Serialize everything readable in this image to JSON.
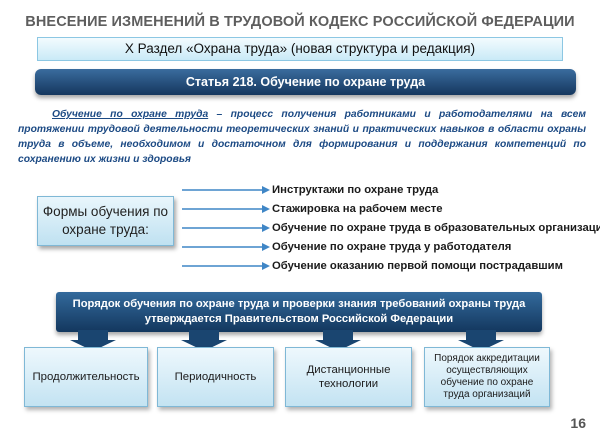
{
  "header": {
    "title": "ВНЕСЕНИЕ ИЗМЕНЕНИЙ В ТРУДОВОЙ КОДЕКС РОССИЙСКОЙ ФЕДЕРАЦИИ",
    "section": "X Раздел «Охрана труда» (новая структура и редакция)",
    "article": "Статья 218. Обучение по охране труда"
  },
  "definition": {
    "term": "Обучение по охране труда",
    "text": " – процесс получения работниками и работодателями на всем протяжении трудовой деятельности теоретических знаний и практических навыков в области охраны труда в объеме, необходимом и достаточном для формирования и поддержания компетенций по сохранению их жизни и здоровья"
  },
  "forms": {
    "box_label_line1": "Формы обучения по",
    "box_label_line2": "охране труда:",
    "items": [
      "Инструктажи  по охране труда",
      "Стажировка на рабочем месте",
      "Обучение по охране труда в образовательных организациях",
      "Обучение по охране труда у работодателя",
      "Обучение оказанию  первой помощи пострадавшим"
    ]
  },
  "order": {
    "line1": "Порядок обучения по охране труда и проверки знания требований охраны труда",
    "line2": "утверждается Правительством Российской Федерации"
  },
  "bottom": {
    "box1": "Продолжительность",
    "box2": "Периодичность",
    "box3_line1": "Дистанционные",
    "box3_line2": "технологии",
    "box4_line1": "Порядок аккредитации",
    "box4_line2": "осуществляющих",
    "box4_line3": "обучение по охране",
    "box4_line4": "труда организаций"
  },
  "page_number": "16",
  "colors": {
    "title_gray": "#5e5e5e",
    "dark_blue_bar": "#1f4a78",
    "definition_blue": "#1c4a84",
    "light_box": "#d8eef8",
    "arrow_blue": "#3f86c6"
  },
  "icons": {
    "right_arrow": "right-arrow-icon",
    "down_arrow": "down-arrow-icon"
  }
}
